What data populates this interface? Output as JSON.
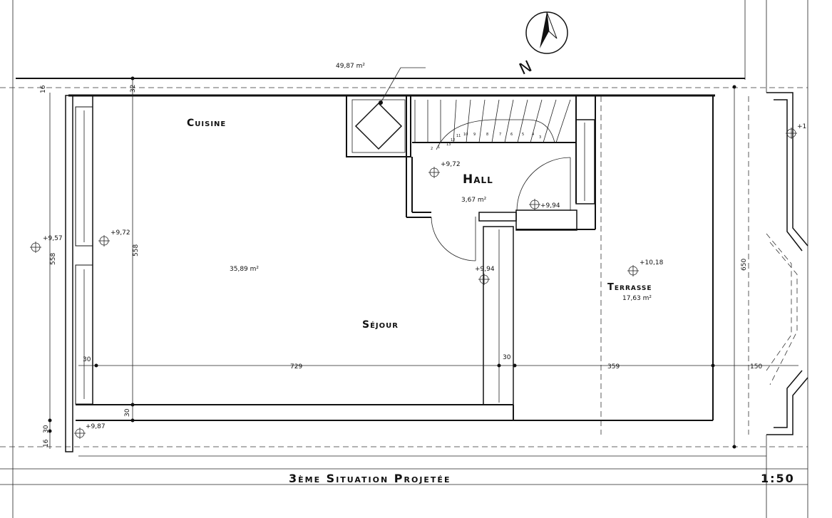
{
  "rooms": {
    "cuisine": "Cuisine",
    "hall": "Hall",
    "hall_area": "3,67 m²",
    "sejour": "Séjour",
    "sejour_area": "35,89 m²",
    "terrasse": "Terrasse",
    "terrasse_area": "17,63 m²",
    "roof_area": "49,87 m²"
  },
  "levels": {
    "l_957": "+9,57",
    "l_972_left": "+9,72",
    "l_972_hall": "+9,72",
    "l_994_hall": "+9,94",
    "l_994_door": "+9,94",
    "l_1018": "+10,18",
    "l_987": "+9,87",
    "l_right": "+1"
  },
  "dimensions": {
    "d_729": "729",
    "d_359": "359",
    "d_150": "150",
    "d_558_outer": "558",
    "d_558_inner": "558",
    "d_650": "650",
    "d_30_left": "30",
    "d_30_mid": "30",
    "d_30_bottom": "30",
    "d_16_top": "16",
    "d_32_top": "32",
    "d_16_bottom": "16",
    "d_30_bottom_left": "30"
  },
  "stairs": [
    "13",
    "12",
    "11",
    "10",
    "9",
    "8",
    "7",
    "6",
    "5",
    "4",
    "3",
    "2",
    "1"
  ],
  "compass_label": "N",
  "footer": {
    "title": "3ème Situation Projetée",
    "scale": "1:50"
  }
}
